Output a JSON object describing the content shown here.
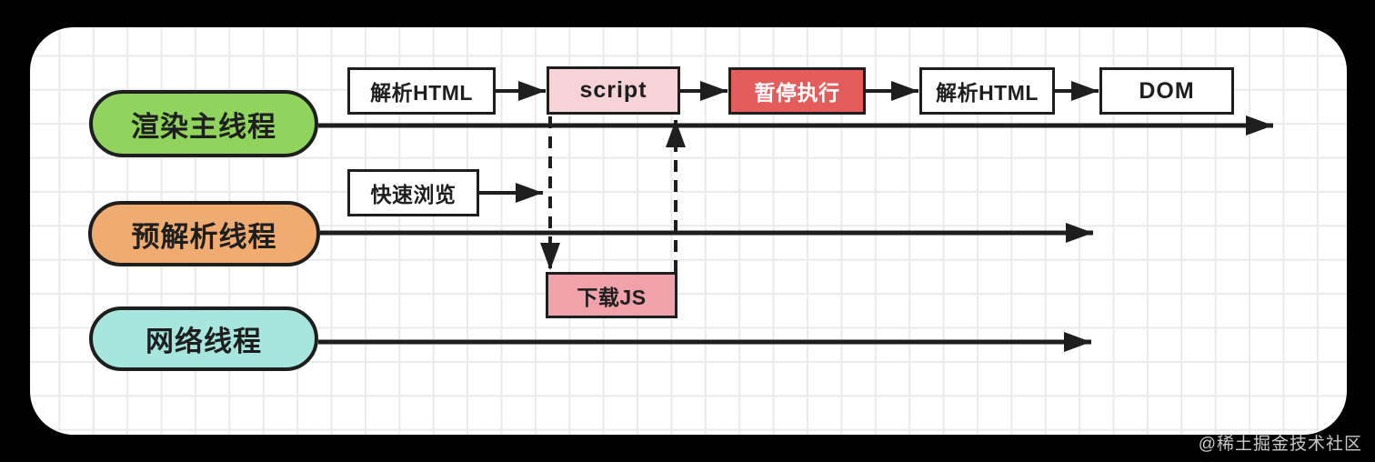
{
  "canvas": {
    "outer_background": "#000000",
    "card_background": "#ffffff",
    "grid_color": "#e9e9ee",
    "stroke_color": "#1e1e1e"
  },
  "watermark": {
    "text": "@稀土掘金技术社区",
    "color": "#c9c9c9"
  },
  "threads": {
    "render_main": {
      "label": "渲染主线程",
      "fill": "#90d45e"
    },
    "pre_parse": {
      "label": "预解析线程",
      "fill": "#f0ab70"
    },
    "network": {
      "label": "网络线程",
      "fill": "#a6e6de"
    }
  },
  "nodes": {
    "parse_html_1": {
      "label": "解析HTML",
      "fill": "#ffffff",
      "text": "#1e1e1e"
    },
    "script": {
      "label": "script",
      "fill": "#f5d3d7",
      "text": "#1e1e1e"
    },
    "pause_exec": {
      "label": "暂停执行",
      "fill": "#e45c5c",
      "text": "#ffffff"
    },
    "parse_html_2": {
      "label": "解析HTML",
      "fill": "#ffffff",
      "text": "#1e1e1e"
    },
    "dom": {
      "label": "DOM",
      "fill": "#ffffff",
      "text": "#1e1e1e"
    },
    "quick_scan": {
      "label": "快速浏览",
      "fill": "#ffffff",
      "text": "#1e1e1e"
    },
    "download_js": {
      "label": "下载JS",
      "fill": "#f0a1aa",
      "text": "#1e1e1e"
    }
  }
}
